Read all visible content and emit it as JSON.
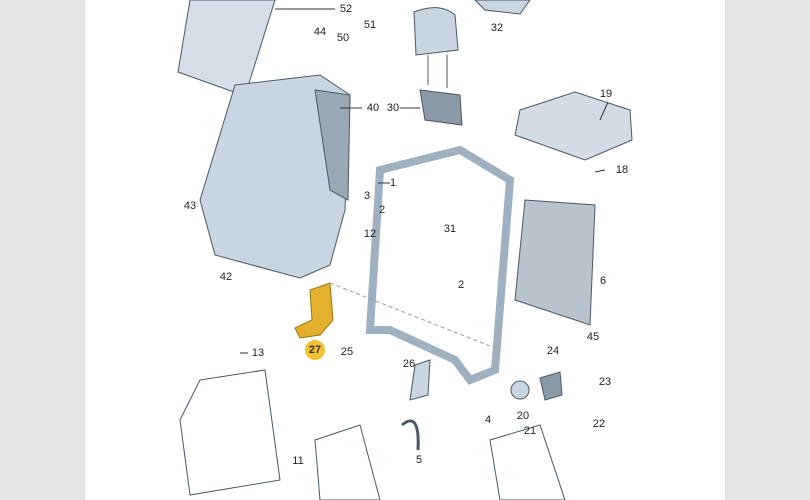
{
  "diagram": {
    "title": "Seat backrest exploded parts diagram",
    "highlight_color": "#f2c230",
    "part_fill": "#c9d5e0",
    "outline_color": "#4a5866",
    "highlighted_part": "27",
    "labels": [
      "52",
      "51",
      "44",
      "50",
      "40",
      "30",
      "32",
      "19",
      "18",
      "1",
      "3",
      "2",
      "31",
      "43",
      "12",
      "42",
      "6",
      "2",
      "45",
      "27",
      "25",
      "24",
      "13",
      "26",
      "23",
      "20",
      "4",
      "22",
      "21",
      "5",
      "11"
    ]
  }
}
